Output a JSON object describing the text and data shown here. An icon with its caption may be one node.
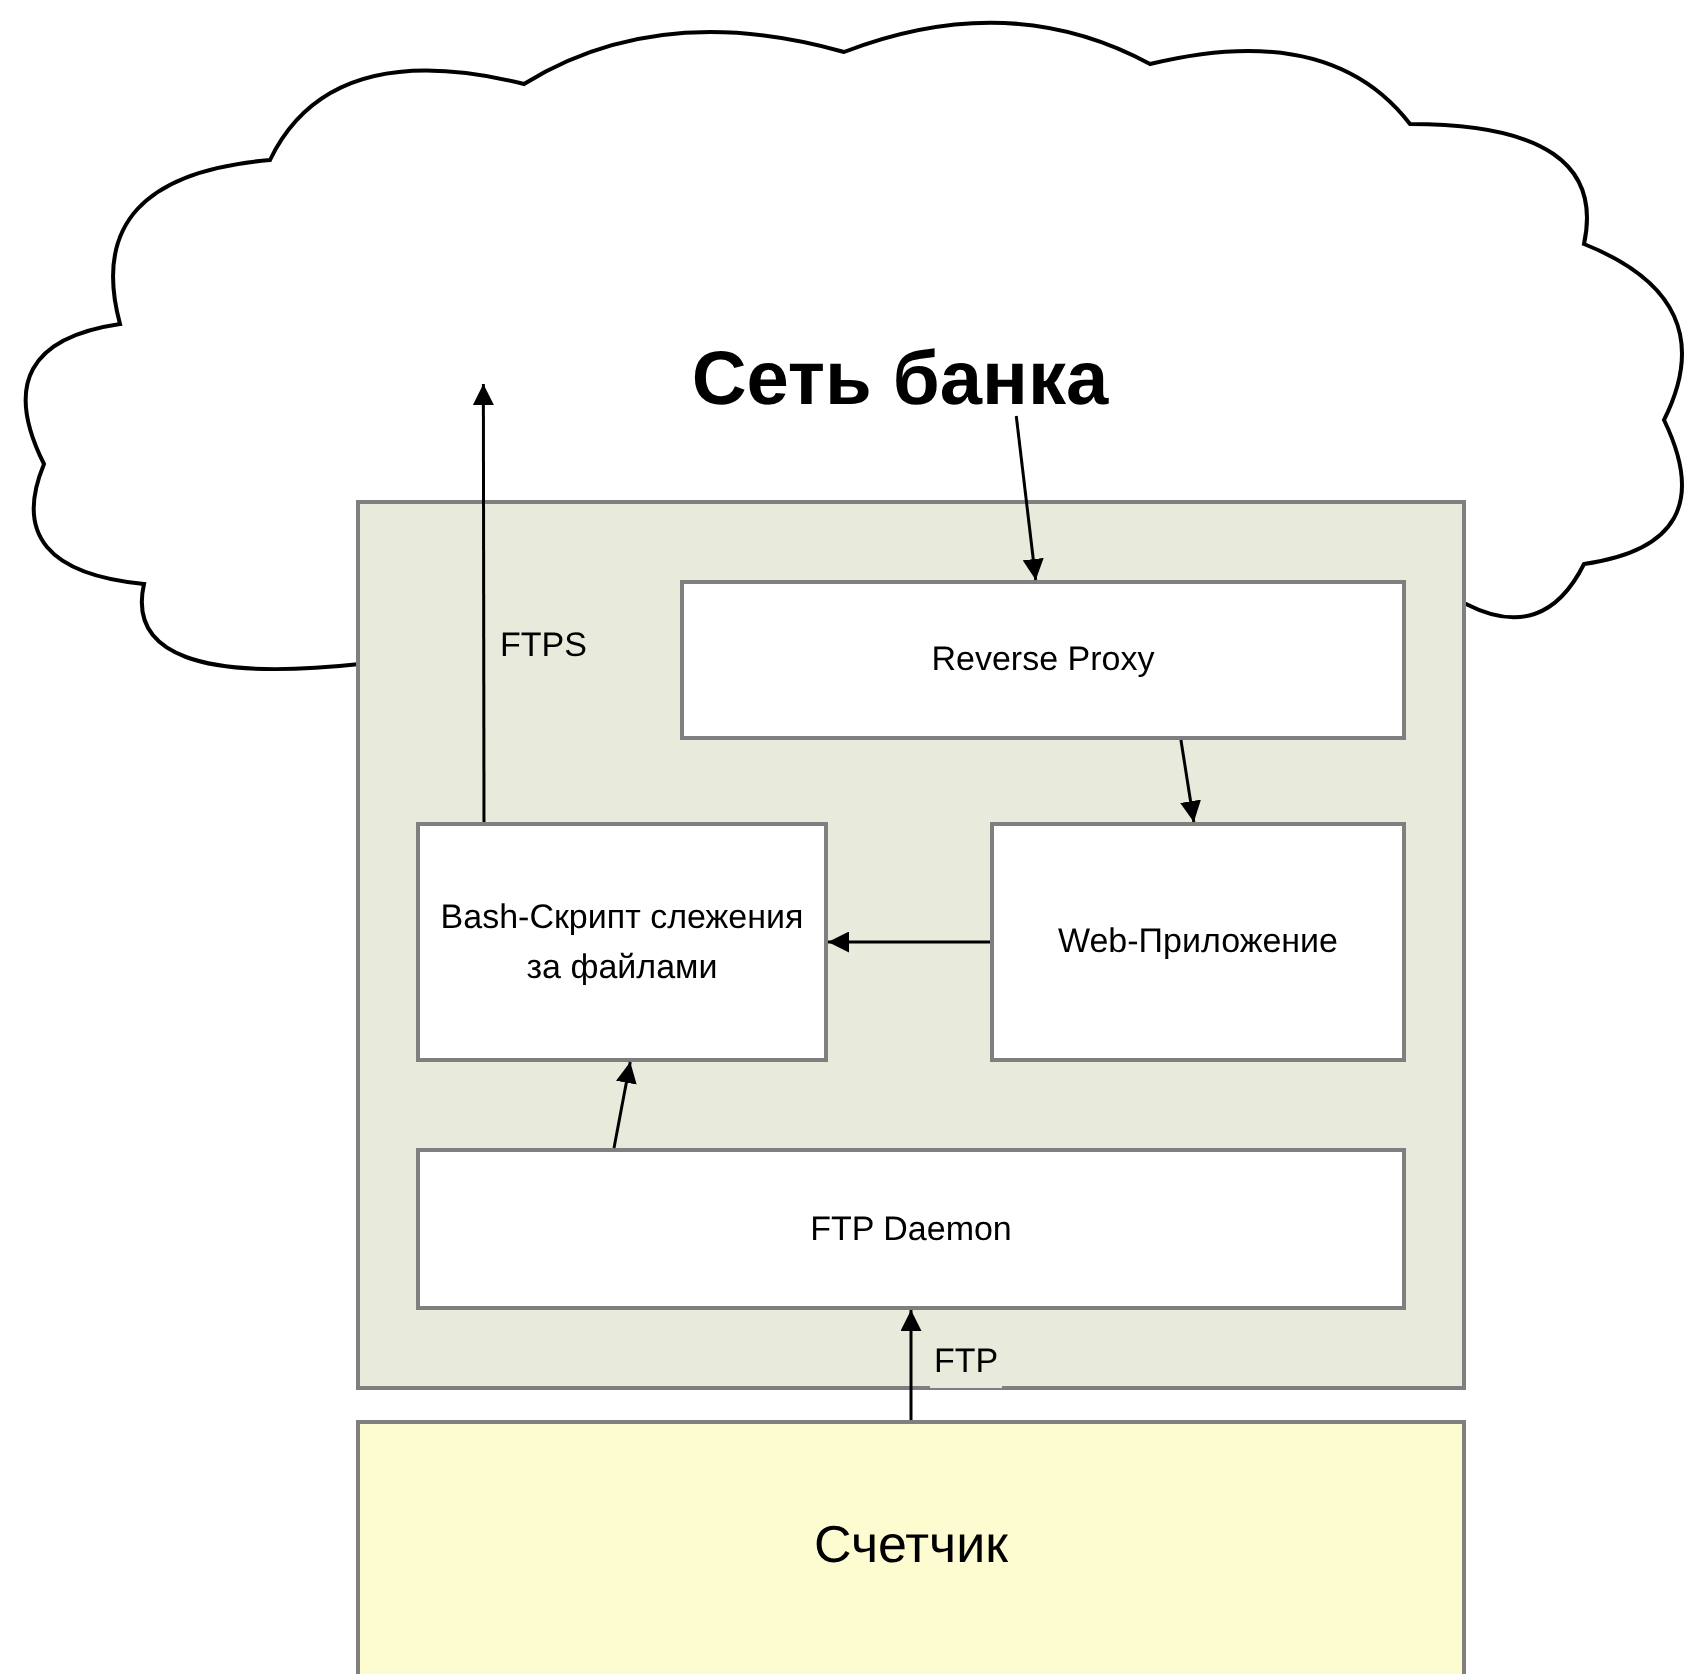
{
  "diagram": {
    "nodes": [
      {
        "text": [
          "Сеть банка"
        ]
      },
      {
        "text": [],
        "shape": "box"
      },
      {
        "text": [
          "Reverse Proxy"
        ],
        "in": 1
      },
      {
        "text": [
          "Bash-Скрипт слежения за файлами"
        ],
        "in": 1
      },
      {
        "text": [
          "Web-Приложение"
        ],
        "in": 1
      },
      {
        "text": [
          "FTP Daemon"
        ],
        "in": 1
      },
      {
        "text": [
          "Счетчик"
        ]
      }
    ],
    "edges": [
      {
        "from": 3,
        "to": 0,
        "arrow": "to",
        "label": "FTPS"
      },
      {
        "from": 0,
        "to": 2,
        "arrow": "to"
      },
      {
        "from": 2,
        "to": 4,
        "arrow": "to"
      },
      {
        "from": 4,
        "to": 3,
        "arrow": "to"
      },
      {
        "from": 5,
        "to": 3,
        "arrow": "to"
      },
      {
        "from": 6,
        "to": 5,
        "arrow": "to",
        "label": "FTP"
      }
    ]
  }
}
